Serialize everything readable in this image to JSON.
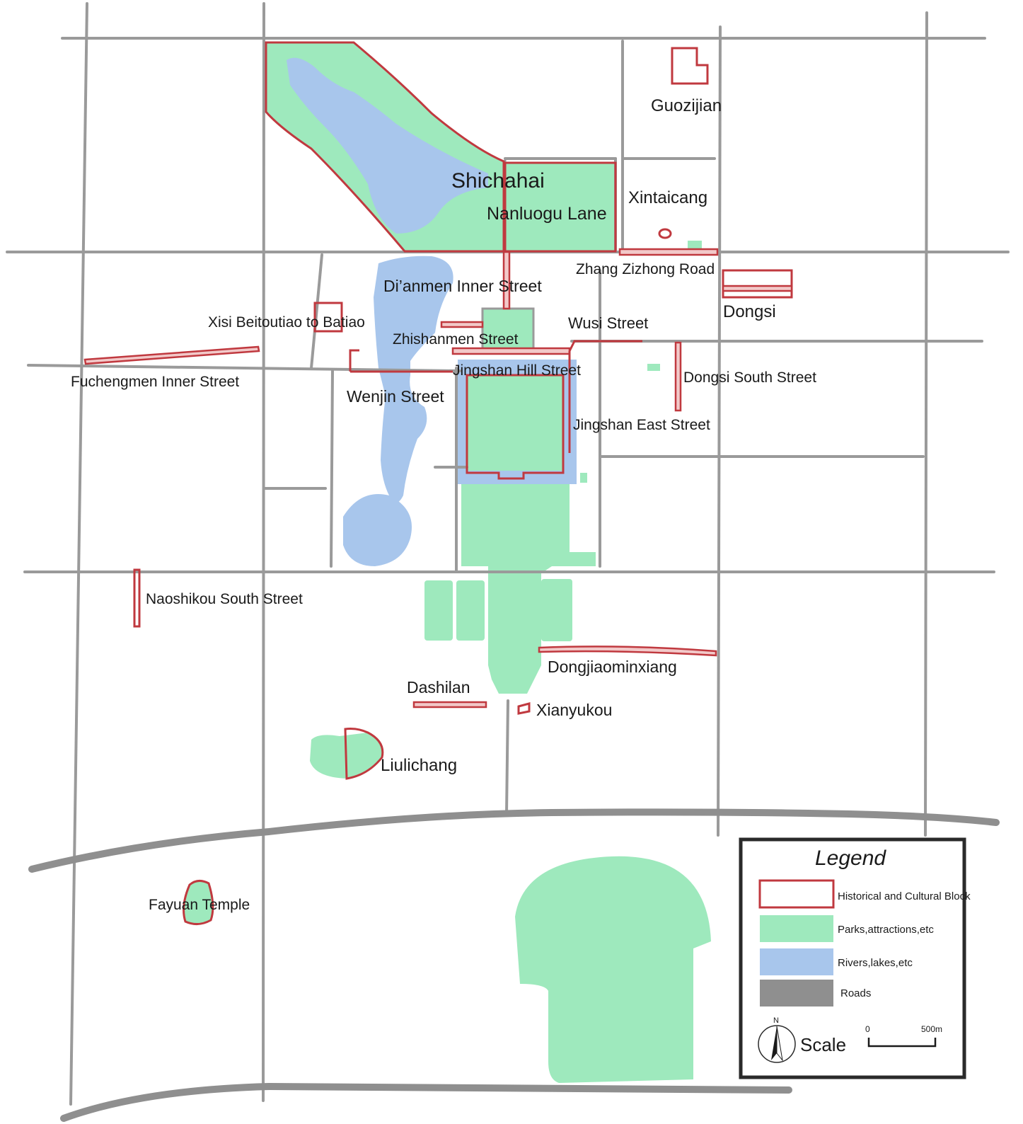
{
  "map_labels": {
    "guozijian": "Guozijian",
    "shichahai": "Shichahai",
    "nanluogu": "Nanluogu Lane",
    "xintaicang": "Xintaicang",
    "zhang_zizhong": "Zhang Zizhong Road",
    "dianmen": "Di’anmen Inner Street",
    "dongsi": "Dongsi",
    "xisi": "Xisi Beitoutiao to Batiao",
    "zhishanmen": "Zhishanmen Street",
    "wusi": "Wusi Street",
    "fuchengmen": "Fuchengmen Inner Street",
    "jingshan_hill": "Jingshan Hill Street",
    "dongsi_south": "Dongsi South Street",
    "wenjin": "Wenjin Street",
    "jingshan_east": "Jingshan East Street",
    "naoshikou": "Naoshikou South Street",
    "dongjiaominxiang": "Dongjiaominxiang",
    "dashilan": "Dashilan",
    "xianyukou": "Xianyukou",
    "liulichang": "Liulichang",
    "fayuan": "Fayuan Temple"
  },
  "legend": {
    "title": "Legend",
    "items": [
      {
        "label": "Historical and Cultural Block",
        "kind": "block",
        "color": "#c0393f"
      },
      {
        "label": "Parks,attractions,etc",
        "kind": "park",
        "color": "#9ee9bd"
      },
      {
        "label": "Rivers,lakes,etc",
        "kind": "water",
        "color": "#a8c6ec"
      },
      {
        "label": "Roads",
        "kind": "road",
        "color": "#8f8f8f"
      }
    ],
    "north": "N",
    "scale_label": "Scale",
    "scale_start": "0",
    "scale_end": "500m"
  },
  "colors": {
    "block": "#c0393f",
    "park": "#9ee9bd",
    "water": "#a8c6ec",
    "road": "#9a9a9a"
  }
}
